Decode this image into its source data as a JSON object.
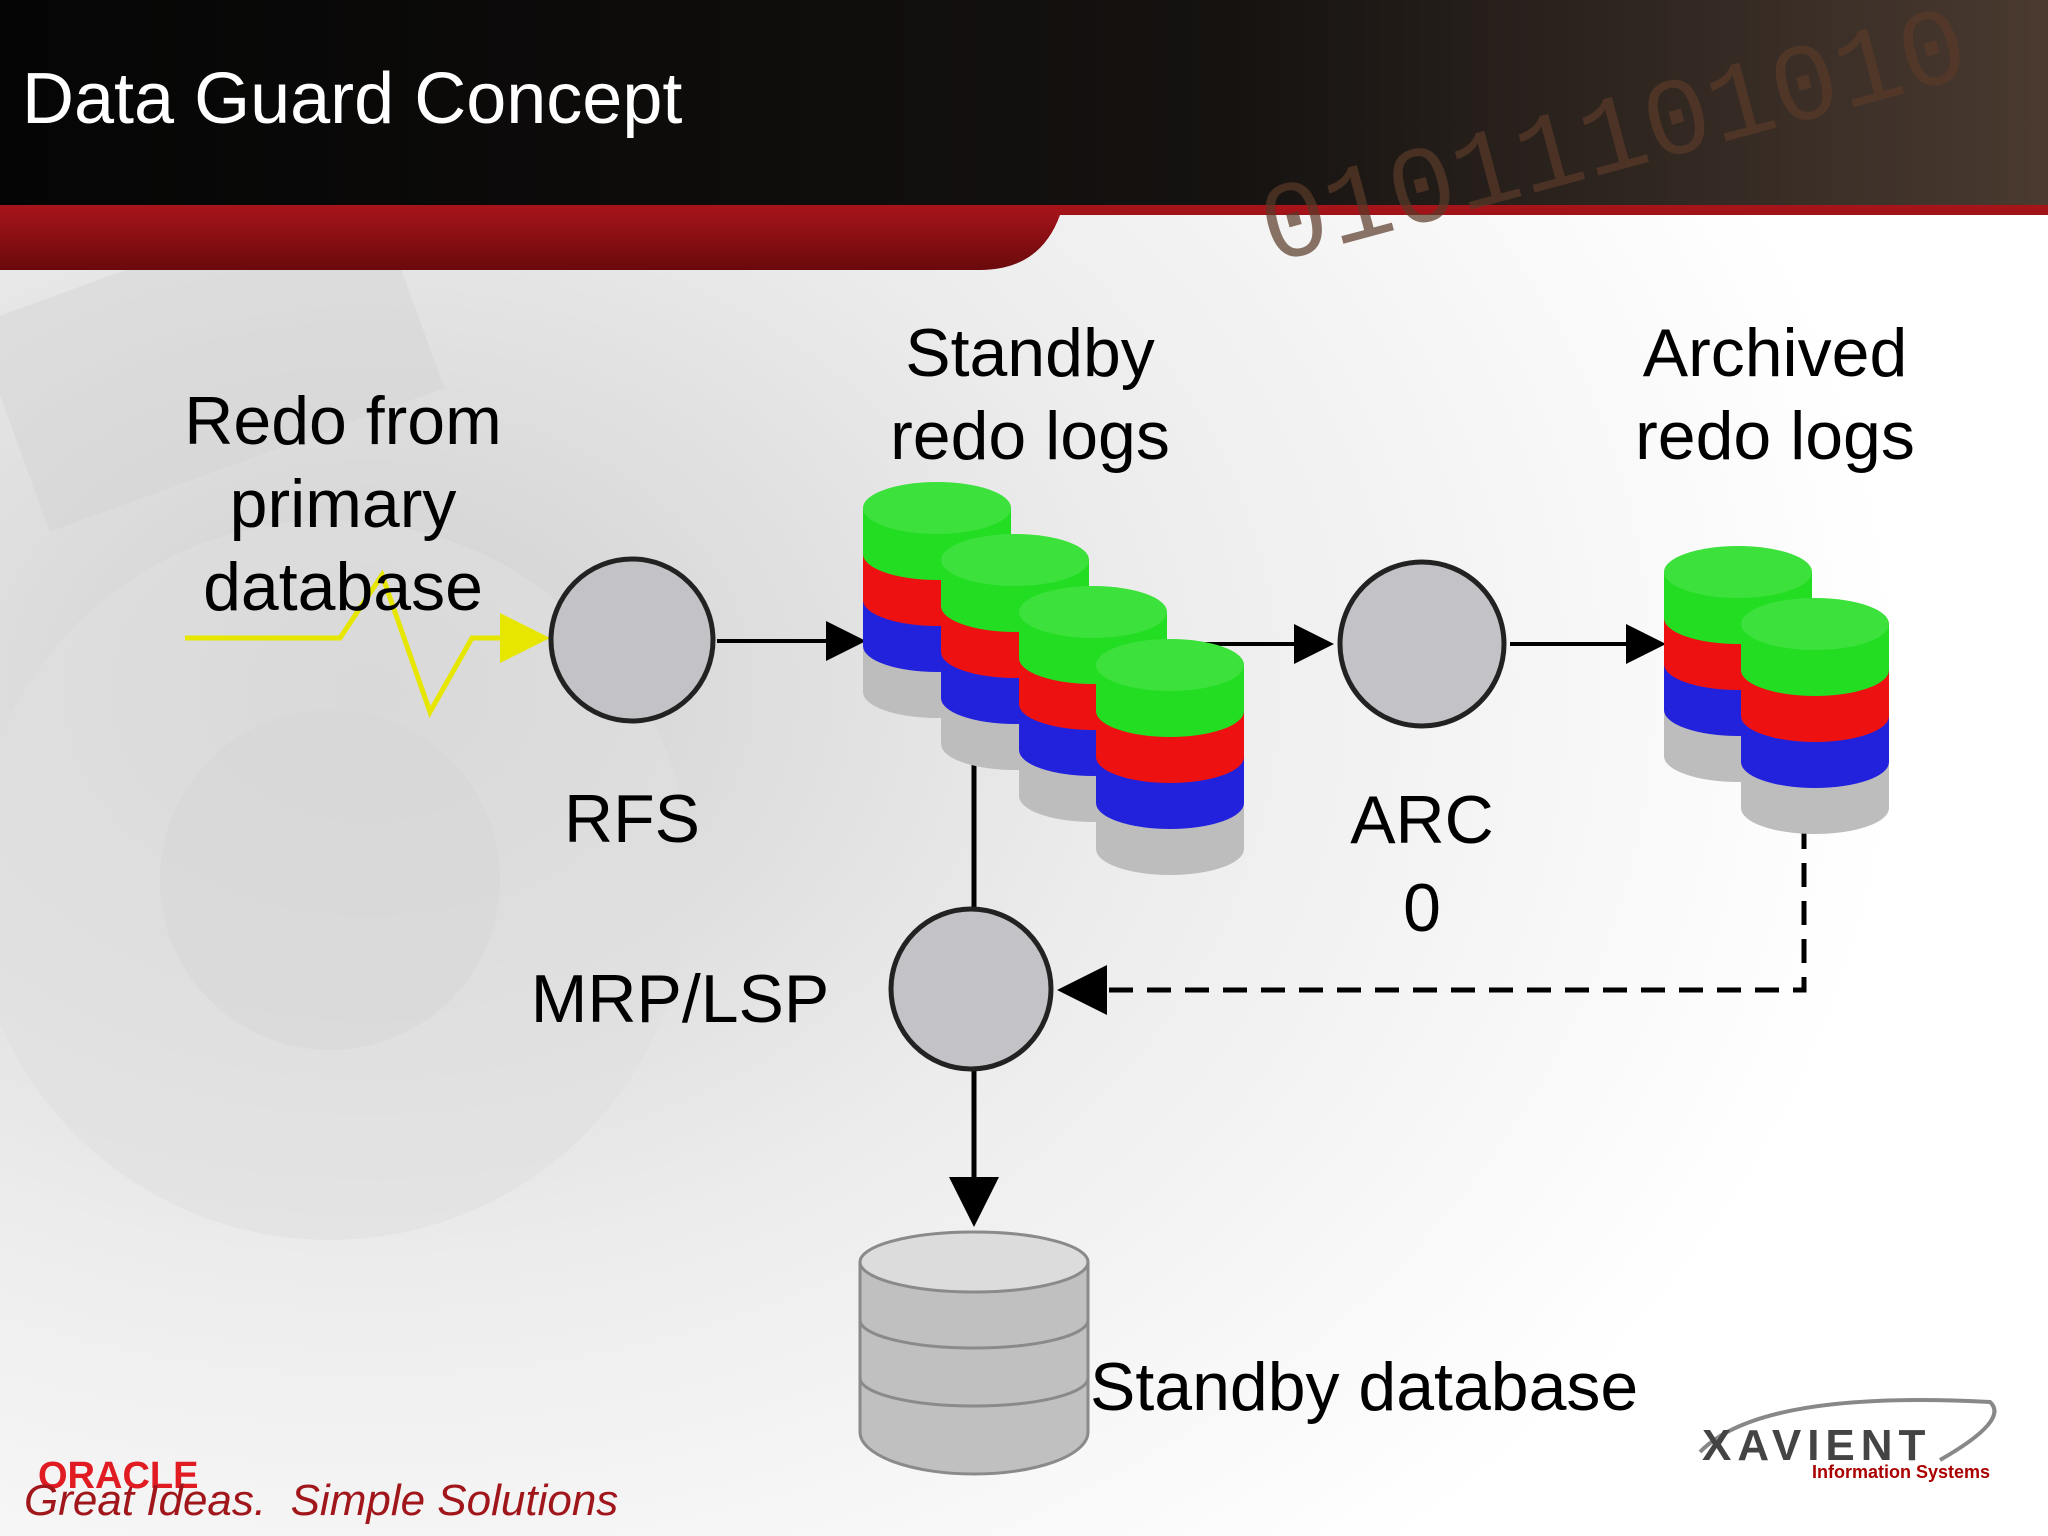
{
  "slide": {
    "title": "Data Guard Concept",
    "theme_colors": {
      "title_bar": "#0c0c0c",
      "accent_red": "#8b0c10",
      "primary_arrow": "#e6e600"
    }
  },
  "diagram": {
    "labels": {
      "redo_from_primary": [
        "Redo from",
        "primary",
        "database"
      ],
      "standby_redo_logs": [
        "Standby",
        "redo logs"
      ],
      "archived_redo_logs": [
        "Archived",
        "redo logs"
      ],
      "rfs": "RFS",
      "arc": [
        "ARC",
        "0"
      ],
      "mrp_lsp": "MRP/LSP",
      "standby_database": "Standby database"
    },
    "log_band_colors": [
      "#22dd22",
      "#ee1111",
      "#2222dd",
      "#bdbdbd"
    ],
    "process_color": "#c3c3c7"
  },
  "footer": {
    "oracle_logo": "ORACLE",
    "tagline": "Great Ideas.  Simple Solutions",
    "company_logo": "XAVIENT",
    "company_sub": "Information Systems"
  }
}
